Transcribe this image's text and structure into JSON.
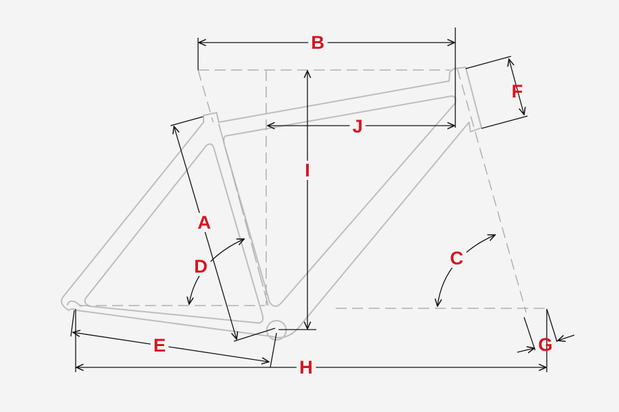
{
  "diagram": {
    "labels": {
      "A": "A",
      "B": "B",
      "C": "C",
      "D": "D",
      "E": "E",
      "F": "F",
      "G": "G",
      "H": "H",
      "I": "I",
      "J": "J"
    },
    "colors": {
      "label": "#d8141e",
      "frame": "#bdbdbd",
      "dimension": "#111111",
      "background": "#f4f4f4"
    }
  }
}
